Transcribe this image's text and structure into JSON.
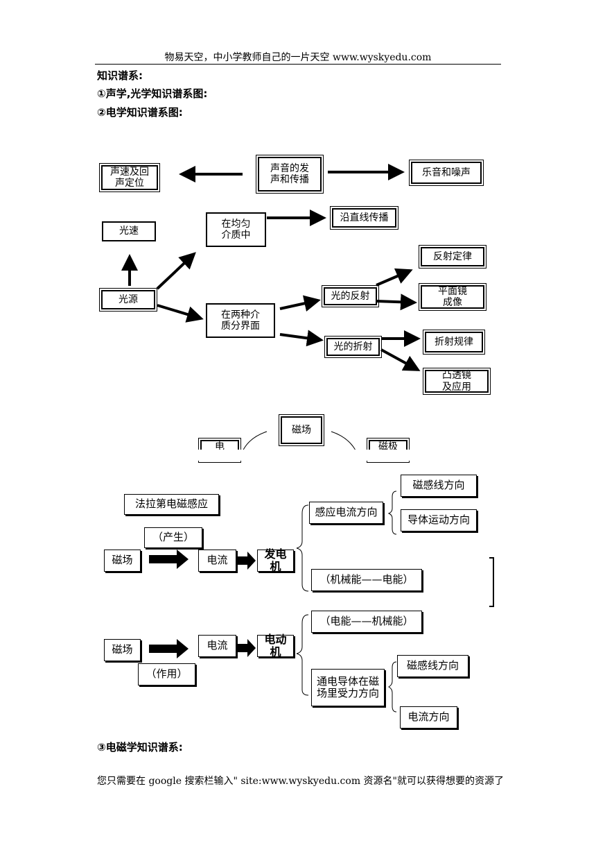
{
  "header": {
    "text": "物易天空，中小学教师自己的一片天空 www.wyskyedu.com"
  },
  "headings": {
    "title": "知识谱系:",
    "item1": "①声学,光学知识谱系图:",
    "item2": "②电学知识谱系图:",
    "item3": "③电磁学知识谱系:"
  },
  "sound": {
    "center": "声音的发\n声和传播",
    "left": "声速及回\n声定位",
    "right": "乐音和噪声"
  },
  "light": {
    "source": "光源",
    "speed": "光速",
    "uniform": "在均匀\n介质中",
    "straight": "沿直线传播",
    "interface": "在两种介\n质分界面",
    "reflection": "光的反射",
    "reflection_law": "反射定律",
    "plane_mirror": "平面镜\n成像",
    "refraction": "光的折射",
    "refraction_law": "折射规律",
    "convex_lens": "凸透镜\n及应用"
  },
  "electric": {
    "magnetic_field": "磁场",
    "left_partial": "电",
    "right_partial": "磁极"
  },
  "electromagnetic": {
    "faraday": "法拉第电磁感应",
    "produce": "（产生）",
    "field1": "磁场",
    "current1": "电流",
    "generator": "发电机",
    "induced_direction": "感应电流方向",
    "field_line_dir1": "磁感线方向",
    "conductor_motion": "导体运动方向",
    "mech_to_elec": "（机械能——电能）",
    "elec_to_mech": "（电能——机械能）",
    "field2": "磁场",
    "action": "（作用）",
    "current2": "电流",
    "motor": "电动机",
    "force_direction": "通电导体在磁\n场里受力方向",
    "field_line_dir2": "磁感线方向",
    "current_dir": "电流方向"
  },
  "footer": {
    "text": "您只需要在 google 搜索栏输入\" site:www.wyskyedu.com  资源名\"就可以获得想要的资源了"
  }
}
